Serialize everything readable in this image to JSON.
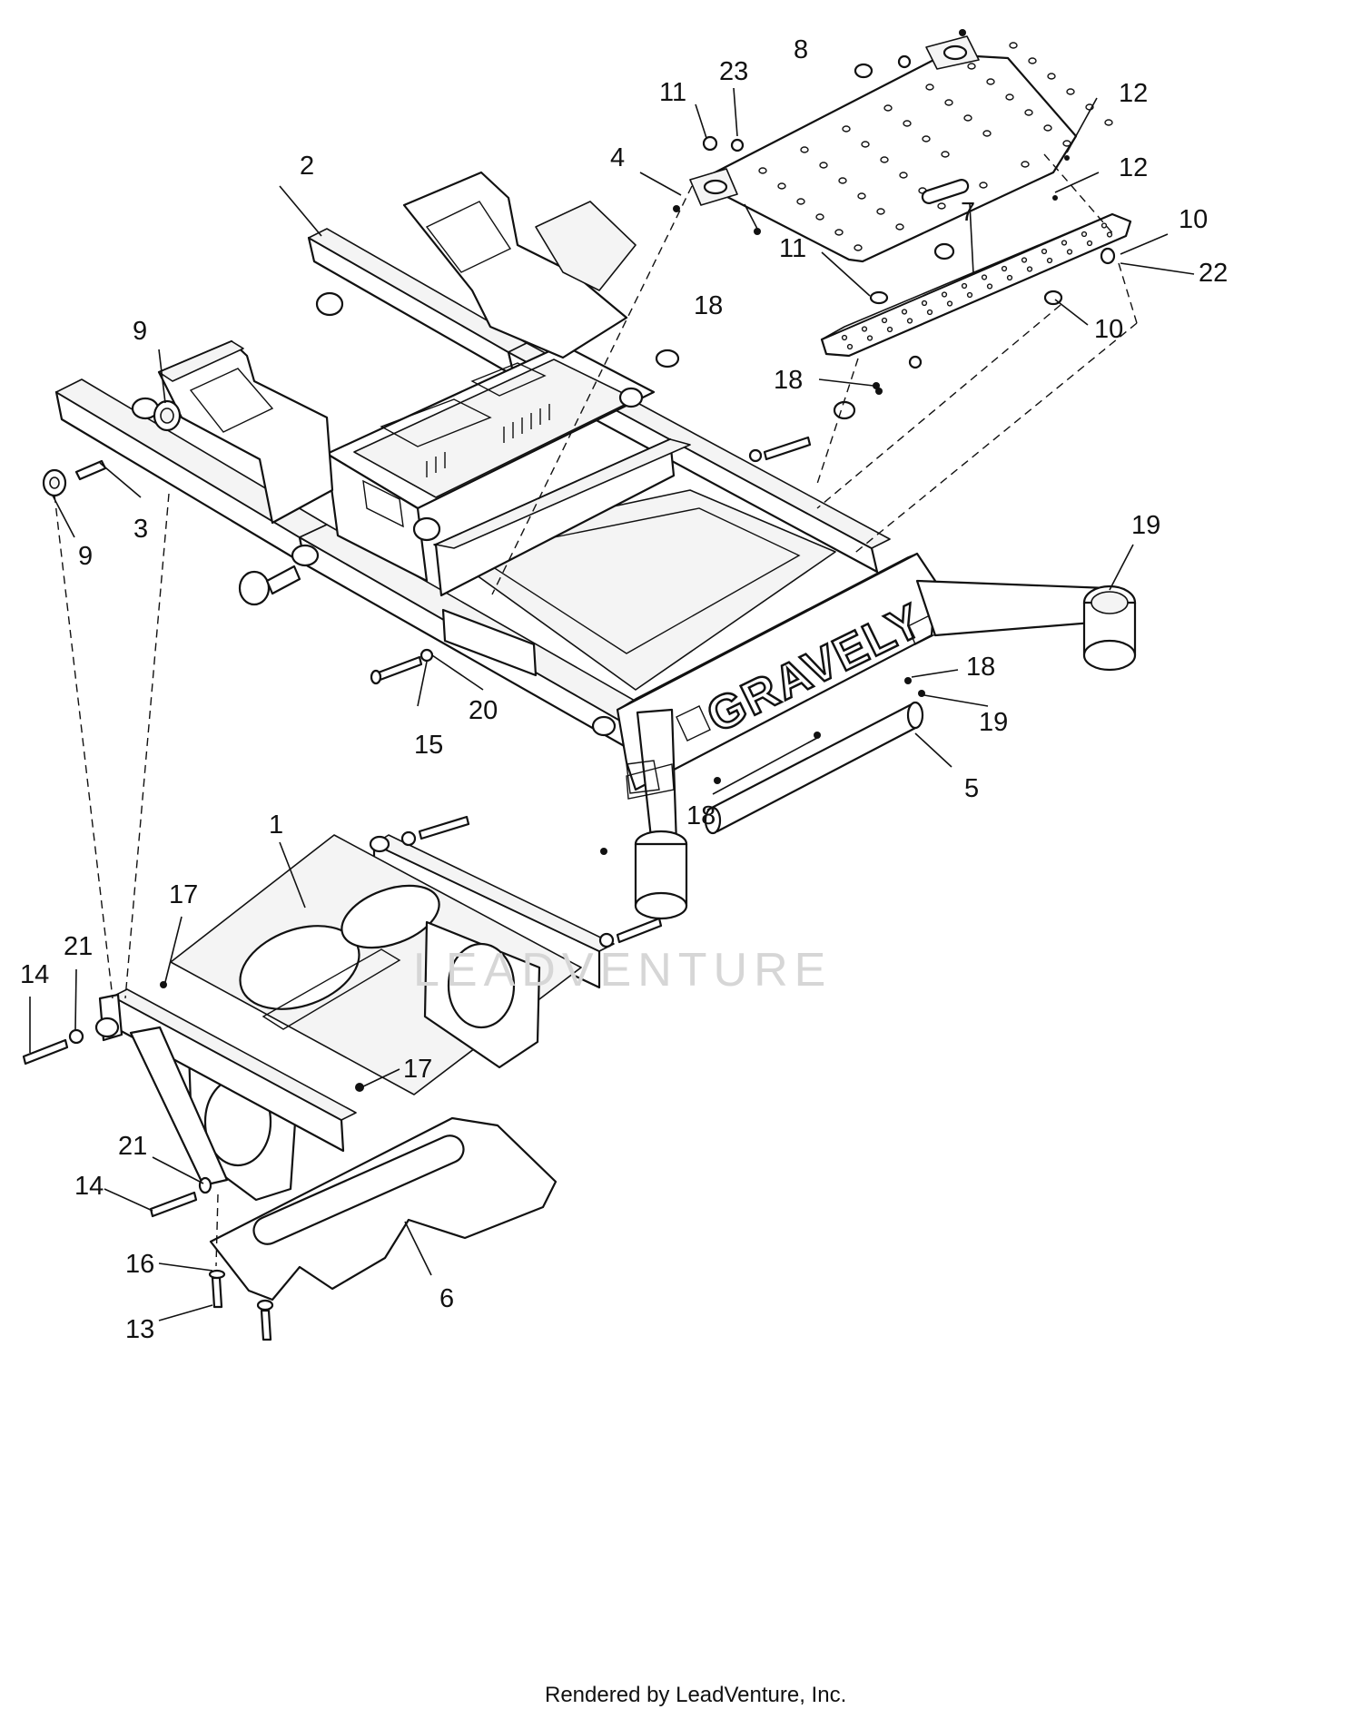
{
  "brand_mark": "GRAVELY",
  "watermark": "LEADVENTURE",
  "footer": "Rendered by LeadVenture, Inc.",
  "callouts": [
    "1",
    "2",
    "3",
    "4",
    "5",
    "6",
    "7",
    "8",
    "9",
    "9",
    "10",
    "10",
    "11",
    "11",
    "12",
    "12",
    "13",
    "14",
    "14",
    "15",
    "16",
    "17",
    "17",
    "18",
    "18",
    "18",
    "18",
    "19",
    "19",
    "20",
    "21",
    "21",
    "22",
    "23"
  ]
}
